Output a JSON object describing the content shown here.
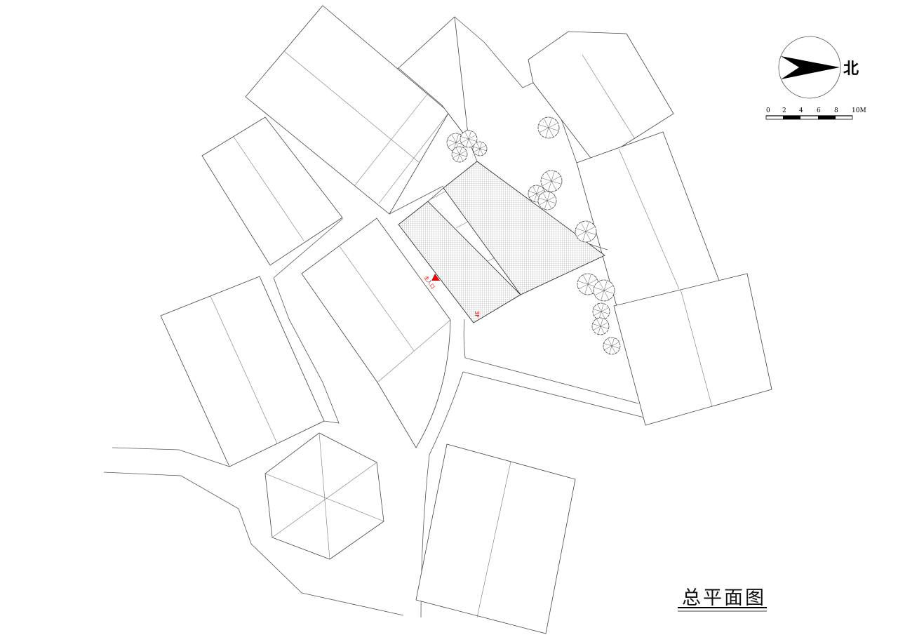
{
  "drawing": {
    "title": "总平面图",
    "north_label": "北",
    "scale_bar": {
      "labels": [
        "0",
        "2",
        "4",
        "6",
        "8",
        "10M"
      ]
    },
    "entrance_label": "主入口",
    "floor_label": "3F",
    "accent_color": "#e00000",
    "icons": [
      "north-arrow-icon",
      "entrance-triangle-icon",
      "tree-icon"
    ]
  }
}
